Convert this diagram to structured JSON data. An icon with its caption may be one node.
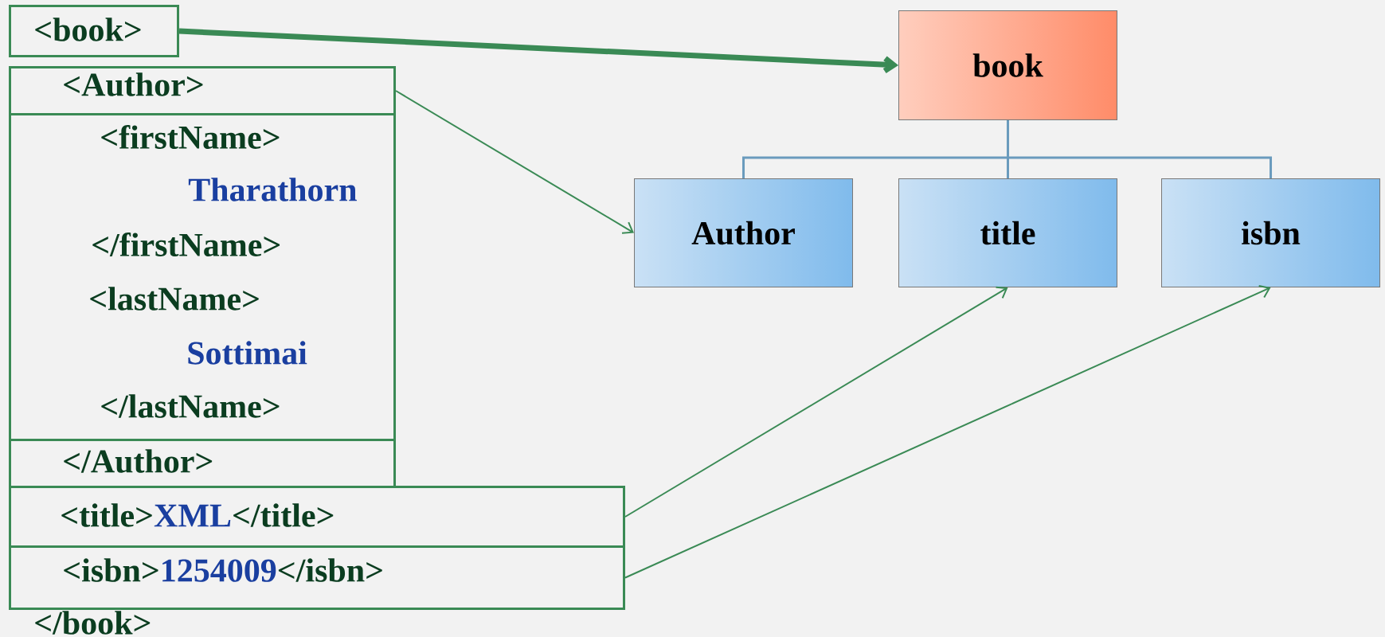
{
  "diagram": {
    "nodes": [
      {
        "text": [
          "<book>"
        ]
      },
      {
        "text": [
          "<Author>"
        ]
      },
      {
        "text": [
          "<firstName>",
          "Tharathorn",
          "</firstName>",
          "<lastName>",
          "Sottimai",
          "</lastName>"
        ]
      },
      {
        "text": [
          "</Author>"
        ]
      },
      {
        "text": [
          "<title>",
          "XML",
          "</title>"
        ]
      },
      {
        "text": [
          "<isbn>",
          "1254009",
          "</isbn>"
        ]
      },
      {
        "text": [
          "book"
        ]
      },
      {
        "text": [
          "Author"
        ]
      },
      {
        "text": [
          "title"
        ]
      },
      {
        "text": [
          "isbn"
        ]
      }
    ],
    "edges": [
      {
        "from": 0,
        "to": 6,
        "arrow": "to",
        "style": "thick"
      },
      {
        "from": 1,
        "to": 7,
        "arrow": "to"
      },
      {
        "from": 4,
        "to": 8,
        "arrow": "to"
      },
      {
        "from": 5,
        "to": 9,
        "arrow": "to"
      },
      {
        "from": 6,
        "to": 7,
        "arrow": "none",
        "color": "#6a9bbd"
      },
      {
        "from": 6,
        "to": 8,
        "arrow": "none",
        "color": "#6a9bbd"
      },
      {
        "from": 6,
        "to": 9,
        "arrow": "none",
        "color": "#6a9bbd"
      }
    ],
    "labels": [
      "</book>"
    ]
  }
}
